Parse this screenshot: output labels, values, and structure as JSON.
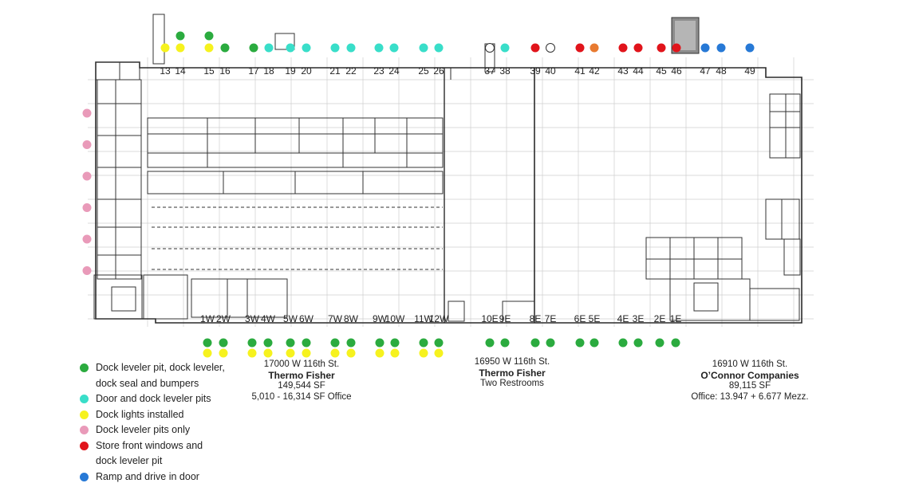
{
  "colors": {
    "green": "#2bab3f",
    "cyan": "#39dec9",
    "yellow": "#f6f21e",
    "pink": "#e99ab9",
    "red": "#e1141b",
    "orange": "#e87a30",
    "blue": "#2779d6",
    "white": "#ffffff",
    "plan_line": "#2a2a2a",
    "grid_line": "#c9c9c9"
  },
  "north_docks": [
    {
      "label": "13",
      "top": [
        "yellow"
      ]
    },
    {
      "label": "14",
      "top": [
        "green",
        "yellow"
      ]
    },
    {
      "label": "15",
      "top": [
        "green",
        "yellow"
      ]
    },
    {
      "label": "16",
      "top": [
        "green"
      ]
    },
    {
      "label": "17",
      "top": [
        "green"
      ]
    },
    {
      "label": "18",
      "top": [
        "cyan"
      ]
    },
    {
      "label": "19",
      "top": [
        "cyan"
      ]
    },
    {
      "label": "20",
      "top": [
        "cyan"
      ]
    },
    {
      "label": "21",
      "top": [
        "cyan"
      ]
    },
    {
      "label": "22",
      "top": [
        "cyan"
      ]
    },
    {
      "label": "23",
      "top": [
        "cyan"
      ]
    },
    {
      "label": "24",
      "top": [
        "cyan"
      ]
    },
    {
      "label": "25",
      "top": [
        "cyan"
      ]
    },
    {
      "label": "26",
      "top": [
        "cyan"
      ]
    },
    {
      "label": "37",
      "top": [
        "white"
      ]
    },
    {
      "label": "38",
      "top": [
        "cyan"
      ]
    },
    {
      "label": "39",
      "top": [
        "red"
      ]
    },
    {
      "label": "40",
      "top": [
        "white"
      ]
    },
    {
      "label": "41",
      "top": [
        "red"
      ]
    },
    {
      "label": "42",
      "top": [
        "orange"
      ]
    },
    {
      "label": "43",
      "top": [
        "red"
      ]
    },
    {
      "label": "44",
      "top": [
        "red"
      ]
    },
    {
      "label": "45",
      "top": [
        "red"
      ]
    },
    {
      "label": "46",
      "top": [
        "red"
      ]
    },
    {
      "label": "47",
      "top": [
        "blue"
      ]
    },
    {
      "label": "48",
      "top": [
        "blue"
      ]
    },
    {
      "label": "49",
      "top": [
        "blue"
      ]
    }
  ],
  "south_docks": [
    {
      "label": "1W",
      "bottom": [
        "green",
        "yellow"
      ]
    },
    {
      "label": "2W",
      "bottom": [
        "green",
        "yellow"
      ]
    },
    {
      "label": "3W",
      "bottom": [
        "green",
        "yellow"
      ]
    },
    {
      "label": "4W",
      "bottom": [
        "green",
        "yellow"
      ]
    },
    {
      "label": "5W",
      "bottom": [
        "green",
        "yellow"
      ]
    },
    {
      "label": "6W",
      "bottom": [
        "green",
        "yellow"
      ]
    },
    {
      "label": "7W",
      "bottom": [
        "green",
        "yellow"
      ]
    },
    {
      "label": "8W",
      "bottom": [
        "green",
        "yellow"
      ]
    },
    {
      "label": "9W",
      "bottom": [
        "green",
        "yellow"
      ]
    },
    {
      "label": "10W",
      "bottom": [
        "green",
        "yellow"
      ]
    },
    {
      "label": "11W",
      "bottom": [
        "green",
        "yellow"
      ]
    },
    {
      "label": "12W",
      "bottom": [
        "green",
        "yellow"
      ]
    },
    {
      "label": "10E",
      "bottom": [
        "green"
      ]
    },
    {
      "label": "9E",
      "bottom": [
        "green"
      ]
    },
    {
      "label": "8E",
      "bottom": [
        "green"
      ]
    },
    {
      "label": "7E",
      "bottom": [
        "green"
      ]
    },
    {
      "label": "6E",
      "bottom": [
        "green"
      ]
    },
    {
      "label": "5E",
      "bottom": [
        "green"
      ]
    },
    {
      "label": "4E",
      "bottom": [
        "green"
      ]
    },
    {
      "label": "3E",
      "bottom": [
        "green"
      ]
    },
    {
      "label": "2E",
      "bottom": [
        "green"
      ]
    },
    {
      "label": "1E",
      "bottom": [
        "green"
      ]
    }
  ],
  "west_pits_count": 6,
  "legend": [
    {
      "color": "green",
      "line1": "Dock leveler pit, dock leveler,",
      "line2": "dock seal and bumpers"
    },
    {
      "color": "cyan",
      "line1": "Door and dock leveler pits",
      "line2": ""
    },
    {
      "color": "yellow",
      "line1": "Dock lights installed",
      "line2": ""
    },
    {
      "color": "pink",
      "line1": "Dock leveler pits only",
      "line2": ""
    },
    {
      "color": "red",
      "line1": "Store front windows and",
      "line2": "dock leveler pit"
    },
    {
      "color": "blue",
      "line1": "Ramp and drive in door",
      "line2": ""
    }
  ],
  "buildings": [
    {
      "address": "17000 W 116th St.",
      "tenant": "Thermo Fisher",
      "area": "149,544 SF",
      "office": "5,010 - 16,314 SF Office"
    },
    {
      "address": "16950 W 116th St.",
      "tenant": "Thermo Fisher",
      "note": "Two Restrooms"
    },
    {
      "address": "16910 W 116th St.",
      "tenant": "O’Connor Companies",
      "area": "89,115 SF",
      "office": "Office: 13.947 + 6.677 Mezz."
    }
  ]
}
